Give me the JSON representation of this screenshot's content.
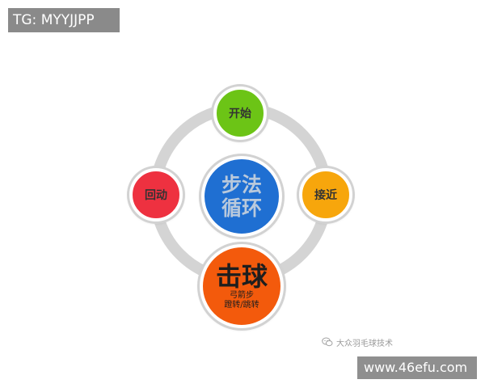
{
  "top_badge": {
    "label": "TG: MYYJJPP"
  },
  "cycle": {
    "center": {
      "line1": "步法",
      "line2": "循环"
    },
    "nodes": {
      "start": {
        "label": "开始",
        "color": "#6cc416"
      },
      "approach": {
        "label": "接近",
        "color": "#f7a60c"
      },
      "hit": {
        "title": "击球",
        "sub1": "弓箭步",
        "sub2": "蹬转/跳转",
        "color": "#f35a0c"
      },
      "return": {
        "label": "回动",
        "color": "#ee3140"
      }
    },
    "center_color": "#1f6fd2",
    "ring_color": "#d4d4d4"
  },
  "watermark": {
    "text": "大众羽毛球技术",
    "icon": "wechat-icon"
  },
  "site_badge": {
    "label": "www.46efu.com"
  }
}
